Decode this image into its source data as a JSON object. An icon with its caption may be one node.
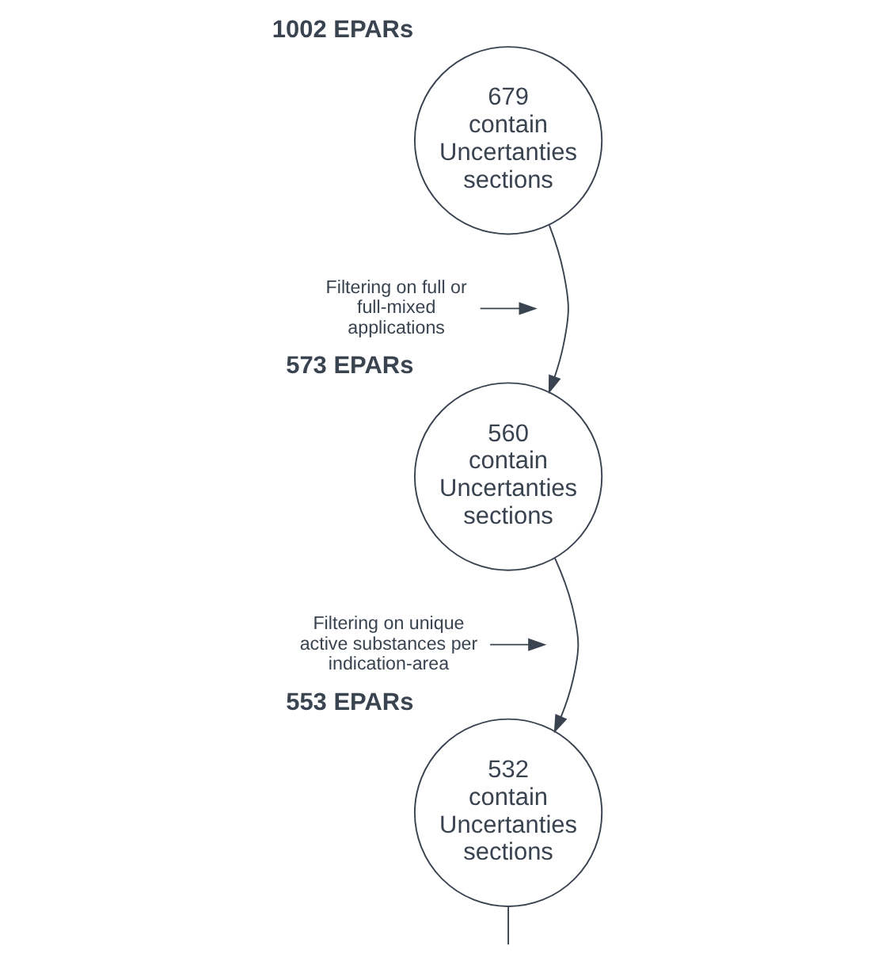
{
  "diagram": {
    "nodes": [
      {
        "text": [
          "679 contain Uncertanties sections"
        ],
        "beside": [
          "1002 EPARs"
        ]
      },
      {
        "text": [
          "Filtering on full or full-mixed applications"
        ]
      },
      {
        "text": [
          "560 contain Uncertanties sections"
        ],
        "beside": [
          "573 EPARs"
        ]
      },
      {
        "text": [
          "Filtering on unique active substances per indication-area"
        ]
      },
      {
        "text": [
          "532 contain Uncertanties sections"
        ],
        "beside": [
          "553 EPARs"
        ]
      }
    ],
    "edges": [
      {
        "from": 0,
        "to": 2,
        "arrow": "to"
      },
      {
        "from": 1,
        "to": null,
        "arrow": "to"
      },
      {
        "from": 2,
        "to": 4,
        "arrow": "to"
      },
      {
        "from": 3,
        "to": null,
        "arrow": "to"
      },
      {
        "from": 4,
        "to": null,
        "arrow": "none"
      }
    ]
  }
}
